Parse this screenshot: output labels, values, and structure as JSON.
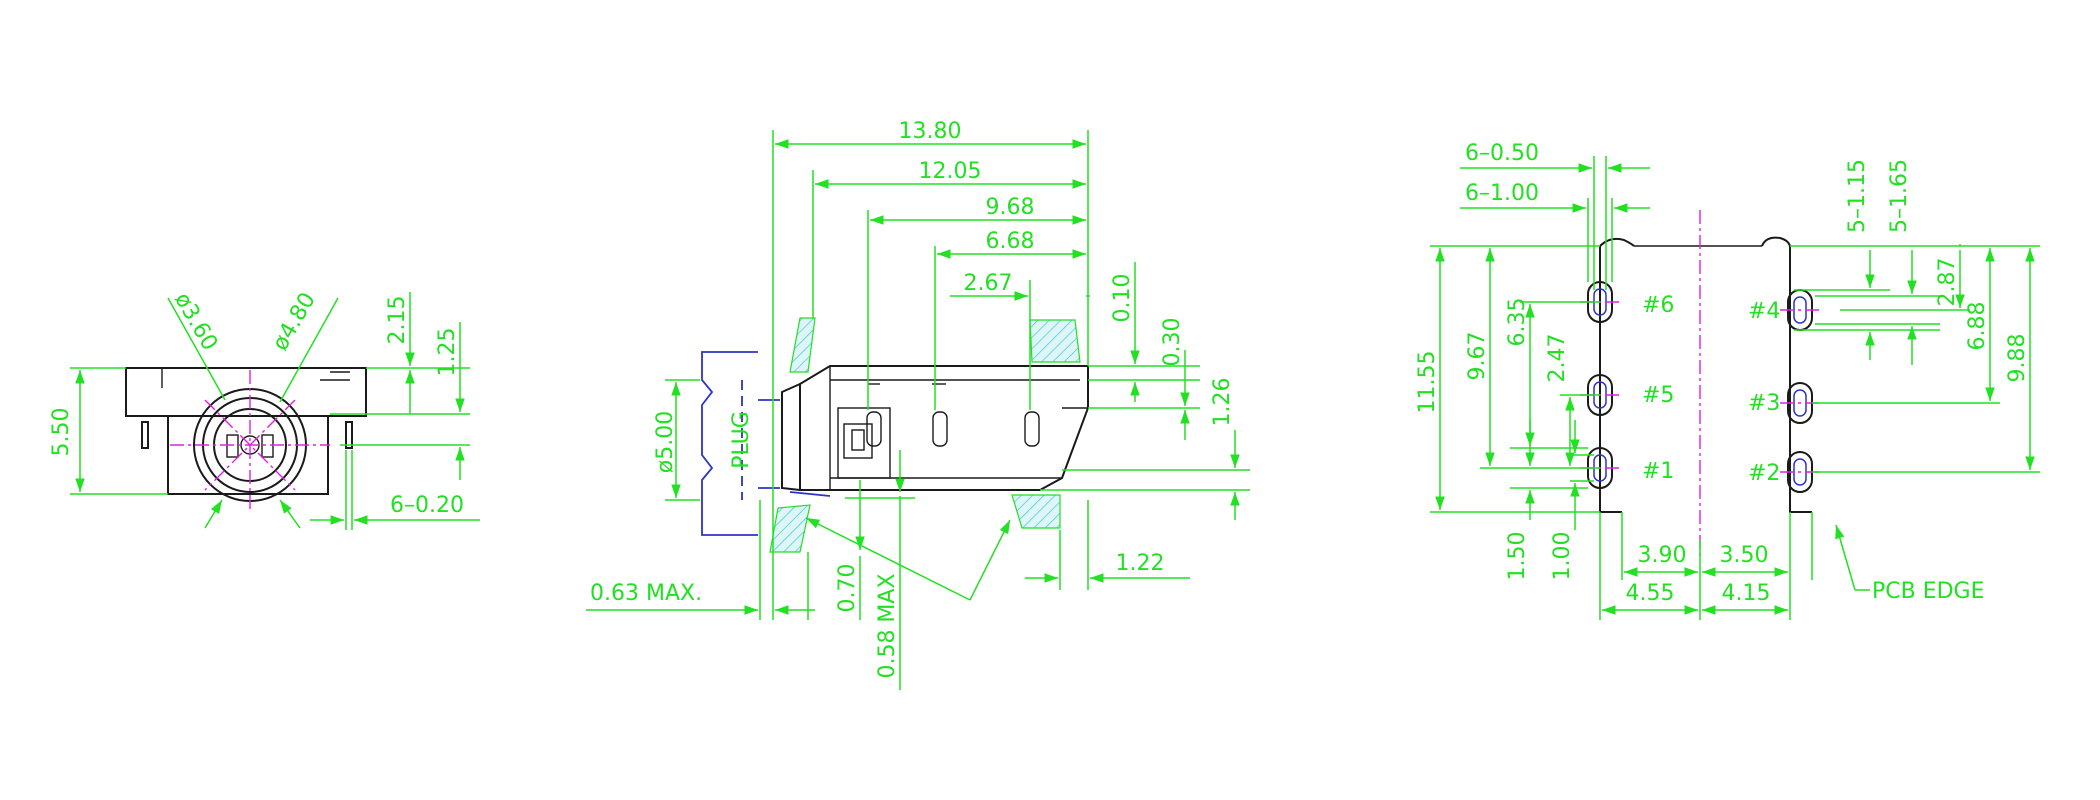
{
  "front_view": {
    "height": "5.50",
    "dia_inner": "ø3.60",
    "dia_outer": "ø4.80",
    "top_offset": "2.15",
    "mid_offset": "1.25",
    "pin_width": "6–0.20"
  },
  "side_view": {
    "len_total": "13.80",
    "len_a": "12.05",
    "len_b": "9.68",
    "len_c": "6.68",
    "len_d": "2.67",
    "off_a": "0.10",
    "off_b": "0.30",
    "off_c": "1.26",
    "off_d": "1.22",
    "plug_dia": "ø5.00",
    "plug_label": "PLUG",
    "front_max": "0.63 MAX.",
    "gap": "0.70",
    "gap_max": "0.58 MAX"
  },
  "footprint": {
    "hole_a": "6–0.50",
    "hole_b": "6–1.00",
    "h_total": "11.55",
    "h_a": "9.67",
    "h_b": "6.35",
    "h_c": "2.47",
    "h_d": "1.50",
    "h_e": "1.00",
    "r_a": "5–1.15",
    "r_b": "5–1.65",
    "r_c": "2.87",
    "r_d": "6.88",
    "r_e": "9.88",
    "w_a": "3.90",
    "w_b": "3.50",
    "w_c": "4.55",
    "w_d": "4.15",
    "pin6": "#6",
    "pin5": "#5",
    "pin1": "#1",
    "pin4": "#4",
    "pin3": "#3",
    "pin2": "#2",
    "edge_label": "PCB EDGE"
  }
}
